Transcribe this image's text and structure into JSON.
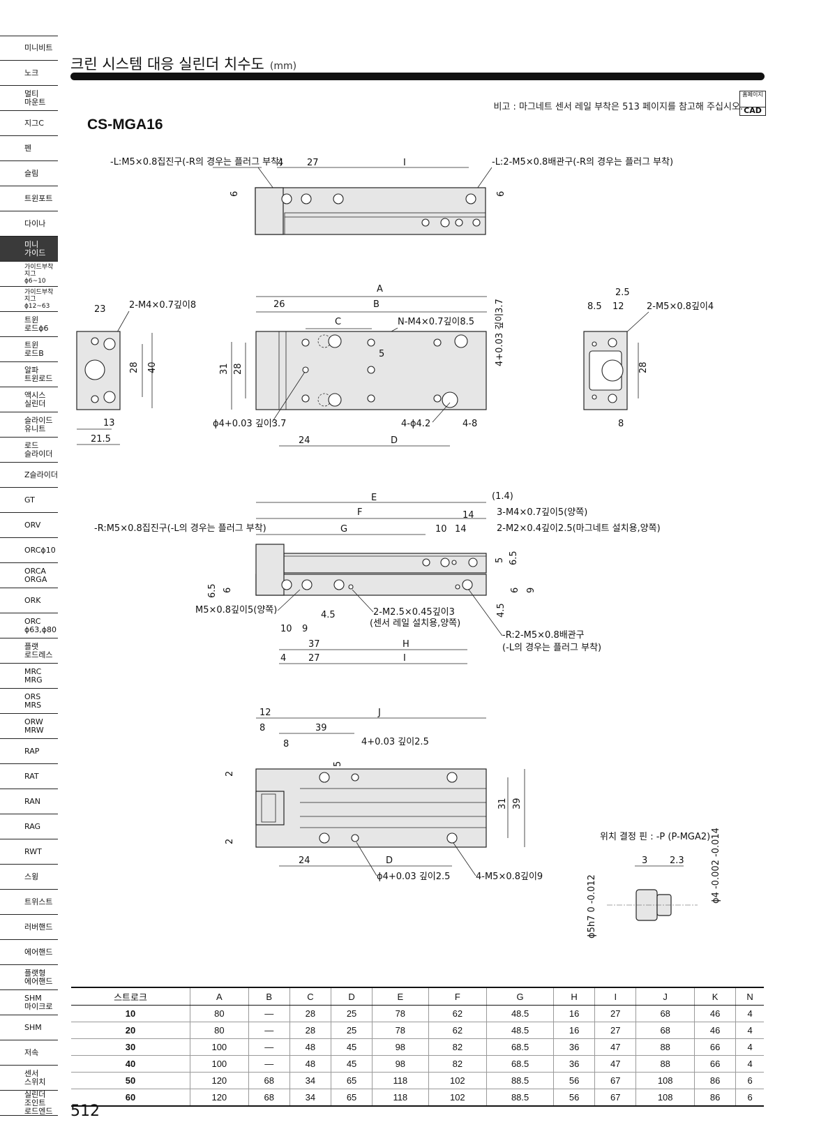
{
  "sidebar": {
    "items": [
      {
        "label": "미니비트"
      },
      {
        "label": "노크"
      },
      {
        "label": "멀티\n마운트"
      },
      {
        "label": "지그C"
      },
      {
        "label": "펜"
      },
      {
        "label": "슬림"
      },
      {
        "label": "트윈포트"
      },
      {
        "label": "다이나"
      },
      {
        "label": "미니\n가이드",
        "active": true
      },
      {
        "label": "가이드부착지그\nϕ6~10"
      },
      {
        "label": "가이드부착지그\nϕ12~63"
      },
      {
        "label": "트윈\n로드ϕ6"
      },
      {
        "label": "트윈\n로드B"
      },
      {
        "label": "알파\n트윈로드"
      },
      {
        "label": "액시스\n실린더"
      },
      {
        "label": "슬라이드\n유니트"
      },
      {
        "label": "로드\n슬라이더"
      },
      {
        "label": "Z슬라이더"
      },
      {
        "label": "GT"
      },
      {
        "label": "ORV"
      },
      {
        "label": "ORCϕ10"
      },
      {
        "label": "ORCA\nORGA"
      },
      {
        "label": "ORK"
      },
      {
        "label": "ORC\nϕ63,ϕ80"
      },
      {
        "label": "플랫\n로드레스"
      },
      {
        "label": "MRC\nMRG"
      },
      {
        "label": "ORS\nMRS"
      },
      {
        "label": "ORW\nMRW"
      },
      {
        "label": "RAP"
      },
      {
        "label": "RAT"
      },
      {
        "label": "RAN"
      },
      {
        "label": "RAG"
      },
      {
        "label": "RWT"
      },
      {
        "label": "스윙"
      },
      {
        "label": "트위스트"
      },
      {
        "label": "러버핸드"
      },
      {
        "label": "에어핸드"
      },
      {
        "label": "플랫형\n에어핸드"
      },
      {
        "label": "SHM\n마이크로"
      },
      {
        "label": "SHM"
      },
      {
        "label": "저속"
      },
      {
        "label": "센서\n스위치"
      },
      {
        "label": "실린더\n조인트\n로드엔드"
      }
    ]
  },
  "header": {
    "title": "크린 시스템 대응 실린더 치수도",
    "unit": "(mm)",
    "note": "비고 : 마그네트 센서 레일 부착은 513 페이지를 참고해 주십시오.",
    "cad_badge_top": "홈페이지",
    "cad_badge_bottom": "CAD",
    "model": "CS-MGA16"
  },
  "drawing": {
    "top_view": {
      "left_note": "-L:M5×0.8집진구(-R의 경우는 플러그 부착)",
      "right_note": "-L:2-M5×0.8배관구(-R의 경우는 플러그 부착)",
      "dims": [
        "4",
        "27",
        "I",
        "6",
        "6"
      ]
    },
    "side_view_left": {
      "dims": [
        "23",
        "2-M4×0.7깊이8",
        "28",
        "40",
        "13",
        "21.5"
      ]
    },
    "front_view": {
      "dims": [
        "A",
        "26",
        "B",
        "C",
        "N-M4×0.7깊이8.5",
        "4+0.03 깊이3.7",
        "5",
        "31",
        "28",
        "ϕ4+0.03 깊이3.7",
        "4-ϕ4.2",
        "4-8",
        "24",
        "D"
      ]
    },
    "side_view_right": {
      "dims": [
        "2.5",
        "8.5",
        "12",
        "2-M5×0.8깊이4",
        "28",
        "8"
      ]
    },
    "bottom_view": {
      "notes": [
        "-R:M5×0.8집진구(-L의 경우는 플러그 부착)",
        "3-M4×0.7깊이5(양쪽)",
        "2-M2×0.4깊이2.5(마그네트 설치용,양쪽)",
        "M5×0.8깊이5(양쪽)",
        "2-M2.5×0.45깊이3",
        "(센서 레일 설치용,양쪽)",
        "-R:2-M5×0.8배관구",
        "(-L의 경우는 플러그 부착)"
      ],
      "dims": [
        "(1.4)",
        "E",
        "F",
        "14",
        "G",
        "10",
        "14",
        "5",
        "6.5",
        "6.5",
        "6",
        "6",
        "9",
        "4.5",
        "4.5",
        "10",
        "9",
        "37",
        "H",
        "4",
        "27",
        "I"
      ]
    },
    "base_view": {
      "dims": [
        "12",
        "J",
        "8",
        "39",
        "8",
        "4+0.03 깊이2.5",
        "5",
        "2",
        "31",
        "39",
        "2",
        "24",
        "D",
        "ϕ4+0.03 깊이2.5",
        "4-M5×0.8깊이9"
      ]
    },
    "pin": {
      "title": "위치 결정 핀 : -P (P-MGA2)",
      "dims": [
        "3",
        "2.3",
        "ϕ5h7 0 -0.012",
        "ϕ4 -0.002 -0.014"
      ]
    }
  },
  "table": {
    "headers": [
      "스트로크",
      "A",
      "B",
      "C",
      "D",
      "E",
      "F",
      "G",
      "H",
      "I",
      "J",
      "K",
      "N"
    ],
    "rows": [
      [
        "10",
        "80",
        "—",
        "28",
        "25",
        "78",
        "62",
        "48.5",
        "16",
        "27",
        "68",
        "46",
        "4"
      ],
      [
        "20",
        "80",
        "—",
        "28",
        "25",
        "78",
        "62",
        "48.5",
        "16",
        "27",
        "68",
        "46",
        "4"
      ],
      [
        "30",
        "100",
        "—",
        "48",
        "45",
        "98",
        "82",
        "68.5",
        "36",
        "47",
        "88",
        "66",
        "4"
      ],
      [
        "40",
        "100",
        "—",
        "48",
        "45",
        "98",
        "82",
        "68.5",
        "36",
        "47",
        "88",
        "66",
        "4"
      ],
      [
        "50",
        "120",
        "68",
        "34",
        "65",
        "118",
        "102",
        "88.5",
        "56",
        "67",
        "108",
        "86",
        "6"
      ],
      [
        "60",
        "120",
        "68",
        "34",
        "65",
        "118",
        "102",
        "88.5",
        "56",
        "67",
        "108",
        "86",
        "6"
      ]
    ]
  },
  "page_number": "512"
}
